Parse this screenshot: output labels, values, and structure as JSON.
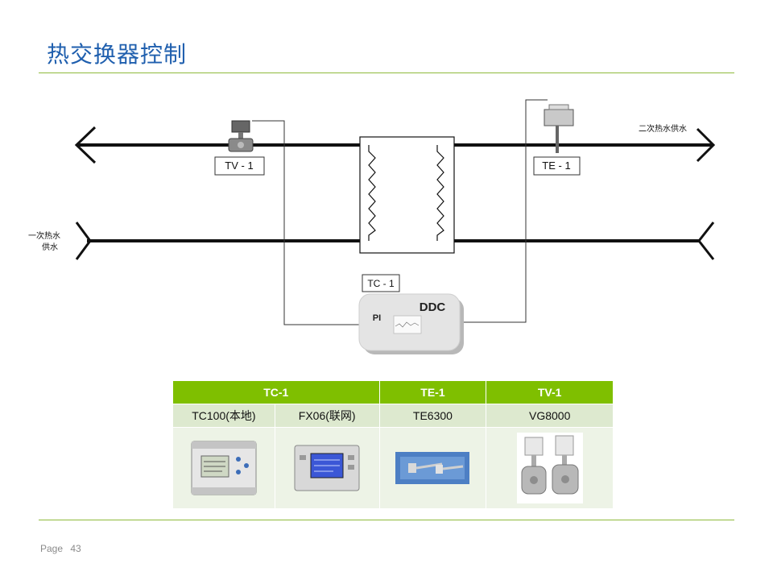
{
  "page": {
    "title": "热交换器控制",
    "footer_label": "Page",
    "footer_number": "43"
  },
  "diagram": {
    "secondary_label": "二次热水供水",
    "primary_label_line1": "一次热水",
    "primary_label_line2": "供水",
    "tv_tag": "TV - 1",
    "te_tag": "TE - 1",
    "tc_tag": "TC - 1",
    "ddc_label": "DDC",
    "pi_label": "PI"
  },
  "table": {
    "headers": [
      "TC-1",
      "TE-1",
      "TV-1"
    ],
    "models": [
      "TC100(本地)",
      "FX06(联网)",
      "TE6300",
      "VG8000"
    ],
    "pictures": [
      "tc100-controller-icon",
      "fx06-controller-icon",
      "te6300-sensor-icon",
      "vg8000-valve-icon"
    ]
  },
  "colors": {
    "title": "#1f5fae",
    "accent_green": "#7fbf00",
    "rule_green": "#8fba3c",
    "pipe": "#111111"
  }
}
